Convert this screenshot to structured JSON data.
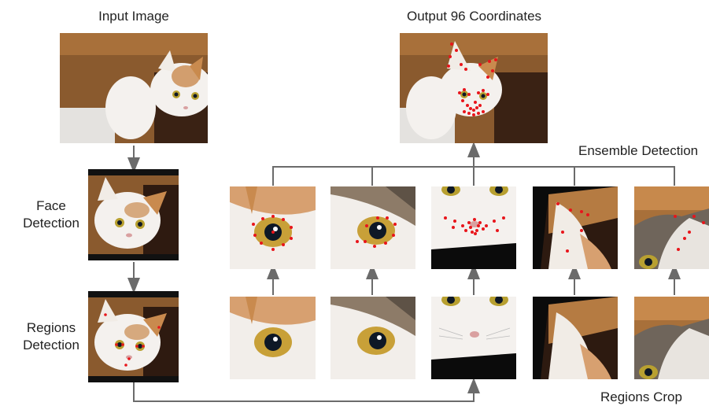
{
  "labels": {
    "input_image": "Input Image",
    "output": "Output 96 Coordinates",
    "ensemble": "Ensemble Detection",
    "face_detection": "Face\nDetection",
    "regions_detection": "Regions\nDetection",
    "regions_crop": "Regions Crop"
  },
  "colors": {
    "arrow": "#6b6b6b",
    "landmark": "#e8151b",
    "fur_white": "#f4f1ee",
    "fur_orange": "#c98a4e",
    "fur_gray": "#6f655b",
    "wood": "#8a5a2e",
    "eye_iris": "#b8a030",
    "pupil": "#0e1826"
  },
  "stages": [
    "input-image",
    "face-detection",
    "regions-detection",
    "regions-crop",
    "ensemble-detection",
    "output-coordinates"
  ]
}
